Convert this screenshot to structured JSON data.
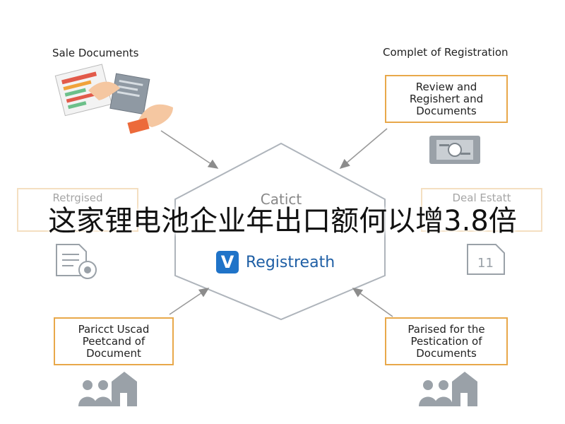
{
  "labels": {
    "top_left": "Sale Documents",
    "top_right": "Complet of Registration",
    "mid_left_partial": "Retrgised",
    "mid_right_partial": "Deal Estatt",
    "hex_top_partial": "Catict"
  },
  "boxes": {
    "review": "Review and\nRegishert and\nDocuments",
    "bottom_left": "Paricct Uscad\nPeetcand of\nDocument",
    "bottom_right": "Parised for the\nPestication of\nDocuments"
  },
  "logo": {
    "mark": "V",
    "text": "Registreath"
  },
  "overlay_title": "这家锂电池企业年出口额何以增3.8倍",
  "colors": {
    "box_border": "#e8a84a",
    "logo_blue": "#1f73c8",
    "line_gray": "#9a9a9a"
  }
}
